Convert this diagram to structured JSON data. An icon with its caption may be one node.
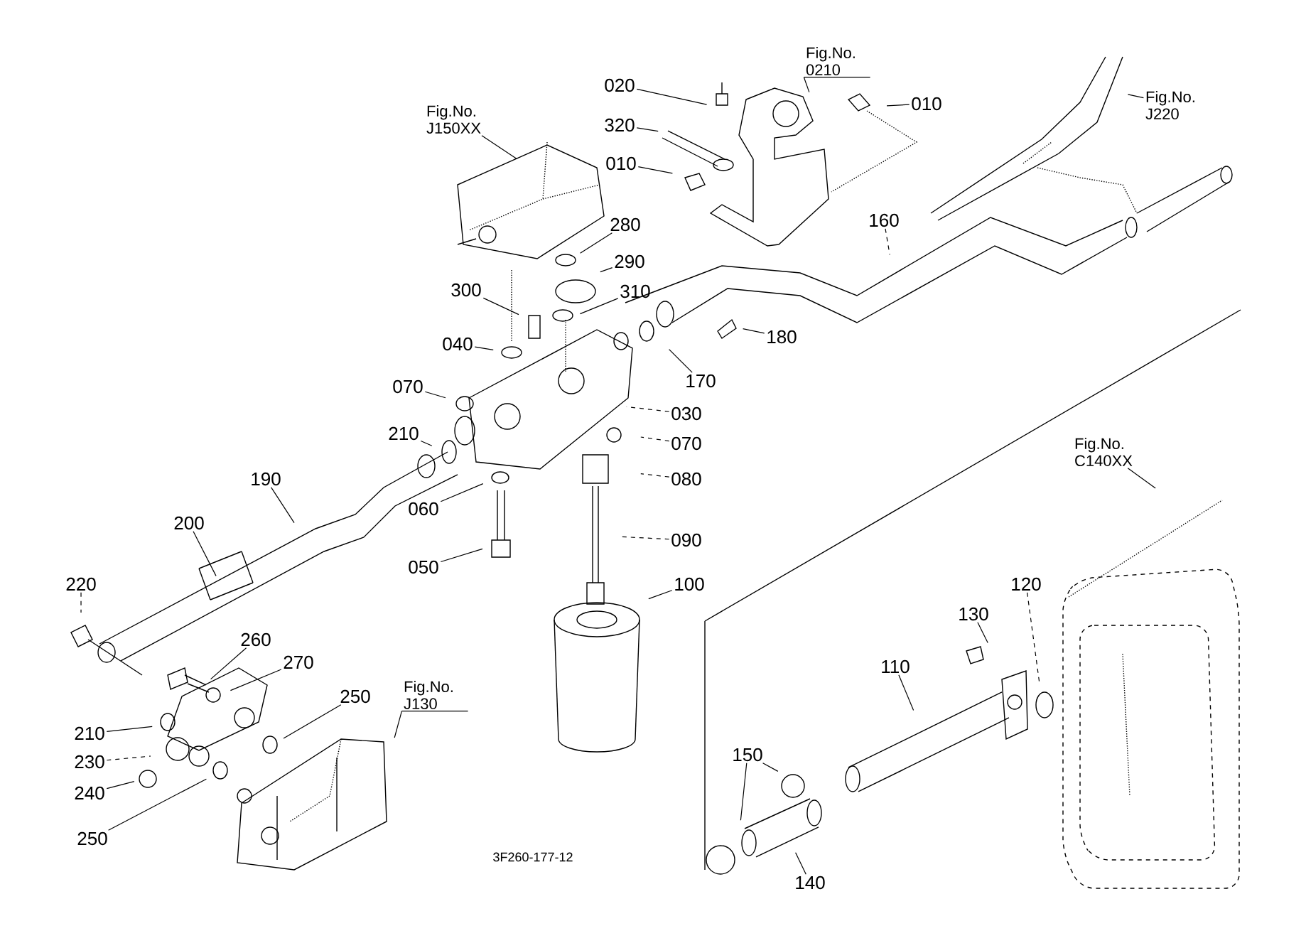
{
  "diagram": {
    "nodes": [
      {
        "text": [
          "Fig.No. 0210"
        ]
      },
      {
        "text": [
          "020"
        ]
      },
      {
        "text": [
          "010"
        ]
      },
      {
        "text": [
          "Fig.No. J220"
        ]
      },
      {
        "text": [
          "Fig.No. J150XX"
        ]
      },
      {
        "text": [
          "320"
        ]
      },
      {
        "text": [
          "010"
        ]
      },
      {
        "text": [
          "160"
        ]
      },
      {
        "text": [
          "280"
        ]
      },
      {
        "text": [
          "290"
        ]
      },
      {
        "text": [
          "310"
        ]
      },
      {
        "text": [
          "300"
        ]
      },
      {
        "text": [
          "180"
        ]
      },
      {
        "text": [
          "040"
        ]
      },
      {
        "text": [
          "170"
        ]
      },
      {
        "text": [
          "070"
        ]
      },
      {
        "text": [
          "030"
        ]
      },
      {
        "text": [
          "210"
        ]
      },
      {
        "text": [
          "Fig.No. C140XX"
        ]
      },
      {
        "text": [
          "070"
        ]
      },
      {
        "text": [
          "190"
        ]
      },
      {
        "text": [
          "080"
        ]
      },
      {
        "text": [
          "060"
        ]
      },
      {
        "text": [
          "200"
        ]
      },
      {
        "text": [
          "090"
        ]
      },
      {
        "text": [
          "050"
        ]
      },
      {
        "text": [
          "220"
        ]
      },
      {
        "text": [
          "100"
        ]
      },
      {
        "text": [
          "120"
        ]
      },
      {
        "text": [
          "130"
        ]
      },
      {
        "text": [
          "260"
        ]
      },
      {
        "text": [
          "110"
        ]
      },
      {
        "text": [
          "270"
        ]
      },
      {
        "text": [
          "250"
        ]
      },
      {
        "text": [
          "Fig.No. J130"
        ]
      },
      {
        "text": [
          "210"
        ]
      },
      {
        "text": [
          "150"
        ]
      },
      {
        "text": [
          "230"
        ]
      },
      {
        "text": [
          "240"
        ]
      },
      {
        "text": [
          "250"
        ]
      },
      {
        "text": [
          "140"
        ]
      }
    ],
    "edges": [
      {
        "from": 0,
        "to": null,
        "arrow": "none"
      },
      {
        "from": 1,
        "to": null,
        "arrow": "none"
      },
      {
        "from": 2,
        "to": null,
        "arrow": "none"
      },
      {
        "from": 3,
        "to": null,
        "arrow": "none"
      },
      {
        "from": 4,
        "to": null,
        "arrow": "none"
      },
      {
        "from": 5,
        "to": null,
        "arrow": "none"
      },
      {
        "from": 6,
        "to": null,
        "arrow": "none"
      },
      {
        "from": 7,
        "to": null,
        "arrow": "none",
        "style": "dashed"
      },
      {
        "from": 8,
        "to": null,
        "arrow": "none"
      },
      {
        "from": 9,
        "to": null,
        "arrow": "none"
      },
      {
        "from": 10,
        "to": null,
        "arrow": "none"
      },
      {
        "from": 11,
        "to": null,
        "arrow": "none"
      },
      {
        "from": 12,
        "to": null,
        "arrow": "none"
      },
      {
        "from": 13,
        "to": null,
        "arrow": "none"
      },
      {
        "from": 14,
        "to": null,
        "arrow": "none"
      },
      {
        "from": 15,
        "to": null,
        "arrow": "none"
      },
      {
        "from": 16,
        "to": null,
        "arrow": "none",
        "style": "dashed"
      },
      {
        "from": 17,
        "to": null,
        "arrow": "none"
      },
      {
        "from": 18,
        "to": null,
        "arrow": "none"
      },
      {
        "from": 19,
        "to": null,
        "arrow": "none",
        "style": "dashed"
      },
      {
        "from": 20,
        "to": null,
        "arrow": "none"
      },
      {
        "from": 21,
        "to": null,
        "arrow": "none",
        "style": "dashed"
      },
      {
        "from": 22,
        "to": null,
        "arrow": "none"
      },
      {
        "from": 23,
        "to": null,
        "arrow": "none"
      },
      {
        "from": 24,
        "to": null,
        "arrow": "none",
        "style": "dashed"
      },
      {
        "from": 25,
        "to": null,
        "arrow": "none"
      },
      {
        "from": 26,
        "to": null,
        "arrow": "none",
        "style": "dashed"
      },
      {
        "from": 27,
        "to": null,
        "arrow": "none"
      },
      {
        "from": 28,
        "to": null,
        "arrow": "none",
        "style": "dashed"
      },
      {
        "from": 29,
        "to": null,
        "arrow": "none"
      },
      {
        "from": 30,
        "to": null,
        "arrow": "none"
      },
      {
        "from": 31,
        "to": null,
        "arrow": "none"
      },
      {
        "from": 32,
        "to": null,
        "arrow": "none"
      },
      {
        "from": 33,
        "to": null,
        "arrow": "none"
      },
      {
        "from": 34,
        "to": null,
        "arrow": "none"
      },
      {
        "from": 35,
        "to": null,
        "arrow": "none"
      },
      {
        "from": 36,
        "to": null,
        "arrow": "none"
      },
      {
        "from": 36,
        "to": null,
        "arrow": "none"
      },
      {
        "from": 37,
        "to": null,
        "arrow": "none",
        "style": "dashed"
      },
      {
        "from": 38,
        "to": null,
        "arrow": "none"
      },
      {
        "from": 39,
        "to": null,
        "arrow": "none"
      },
      {
        "from": 40,
        "to": null,
        "arrow": "none"
      }
    ],
    "labels": [
      "3F260-177-12"
    ]
  }
}
